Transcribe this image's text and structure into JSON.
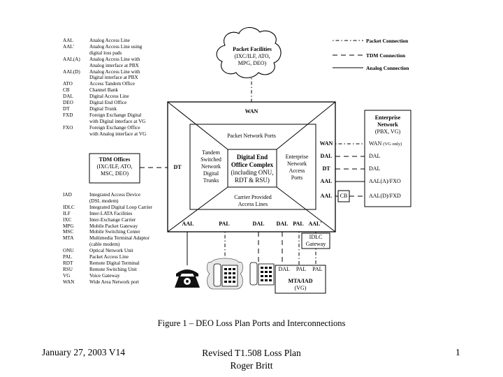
{
  "glossary_top": [
    {
      "abbr": "AAL",
      "def": "Analog Access Line"
    },
    {
      "abbr": "AAL'",
      "def": "Analog Access Line using"
    },
    {
      "abbr": "",
      "def": "digital loss pads"
    },
    {
      "abbr": "AAL(A)",
      "def": "Analog Access Line with"
    },
    {
      "abbr": "",
      "def": "Analog interface at PBX"
    },
    {
      "abbr": "AAL(D)",
      "def": "Analog Access Line with"
    },
    {
      "abbr": "",
      "def": "Digital interface at PBX"
    },
    {
      "abbr": "ATO",
      "def": "Access Tandem Office"
    },
    {
      "abbr": "CB",
      "def": "Channel Bank"
    },
    {
      "abbr": "DAL",
      "def": "Digital Access Line"
    },
    {
      "abbr": "DEO",
      "def": "Digital End Office"
    },
    {
      "abbr": "DT",
      "def": "Digital Trunk"
    },
    {
      "abbr": "FXD",
      "def": "Foreign Exchange Digital"
    },
    {
      "abbr": "",
      "def": "with Digital interface at VG"
    },
    {
      "abbr": "FXO",
      "def": "Foreign Exchange Office"
    },
    {
      "abbr": "",
      "def": "with Analog interface at VG"
    }
  ],
  "glossary_bottom": [
    {
      "abbr": "IAD",
      "def": "Integrated Access Device"
    },
    {
      "abbr": "",
      "def": "(DSL modem)"
    },
    {
      "abbr": "IDLC",
      "def": "Integrated Digital Loop Carrier"
    },
    {
      "abbr": "ILF",
      "def": "Inter-LATA Facilities"
    },
    {
      "abbr": "IXC",
      "def": "Inter-Exchange Carrier"
    },
    {
      "abbr": "MPG",
      "def": "Mobile Packet Gateway"
    },
    {
      "abbr": "MSC",
      "def": "Mobile Switching Center"
    },
    {
      "abbr": "MTA",
      "def": "Multimedia Terminal Adaptor"
    },
    {
      "abbr": "",
      "def": "(cable modem)"
    },
    {
      "abbr": "ONU",
      "def": "Optical Network Unit"
    },
    {
      "abbr": "PAL",
      "def": "Packet Access Line"
    },
    {
      "abbr": "RDT",
      "def": "Remote Digital Terminal"
    },
    {
      "abbr": "RSU",
      "def": "Remote Switching Unit"
    },
    {
      "abbr": "VG",
      "def": "Voice Gateway"
    },
    {
      "abbr": "WAN",
      "def": "Wide Area Network port"
    }
  ],
  "legend": {
    "packet": "Packet Connection",
    "tdm": "TDM Connection",
    "analog": "Analog Connection"
  },
  "cloud": {
    "line1": "Packet Facilities",
    "line2": "(IXC/ILF, ATO,",
    "line3": "MPG, DEO)"
  },
  "tdm_offices": {
    "title": "TDM Offices",
    "line2": "(IXC/ILF, ATO,",
    "line3": "MSC, DEO)"
  },
  "enterprise_network": {
    "line1": "Enterprise",
    "line2": "Network",
    "line3": "(PBX, VG)"
  },
  "office": {
    "wan": "WAN",
    "packet_ports": "Packet Network Ports",
    "tandem": [
      "Tandem",
      "Switched",
      "Network",
      "Digital",
      "Trunks"
    ],
    "deo": [
      "Digital End",
      "Office Complex",
      "(including ONU,",
      "RDT & RSU)"
    ],
    "ent_ports": [
      "Enterprise",
      "Network",
      "Access",
      "Ports"
    ],
    "carrier": [
      "Carrier Provided",
      "Access  Lines"
    ]
  },
  "ports_right": {
    "wan": "WAN",
    "dal": "DAL",
    "dt": "DT",
    "aal": "AAL",
    "aal2": "AAL",
    "cb": "CB"
  },
  "ent_labels": {
    "wan": "WAN",
    "wan_note": "(VG only)",
    "dal": "DAL",
    "dal2": "DAL",
    "aala": "AAL(A)/FXO",
    "aald": "AAL(D)/FXD"
  },
  "left_port": "DT",
  "bottom_ports": [
    "AAL",
    "PAL",
    "DAL",
    "DAL",
    "PAL",
    "AAL'"
  ],
  "idlc": {
    "line1": "IDLC",
    "line2": "Gateway"
  },
  "mta": {
    "ports": [
      "DAL",
      "PAL",
      "PAL"
    ],
    "title": "MTA/IAD",
    "sub": "(VG)"
  },
  "caption": "Figure 1 – DEO Loss Plan Ports and Interconnections",
  "footer": {
    "date": "January 27, 2003 V14",
    "center1": "Revised T1.508 Loss Plan",
    "center2": "Roger Britt",
    "page": "1"
  }
}
